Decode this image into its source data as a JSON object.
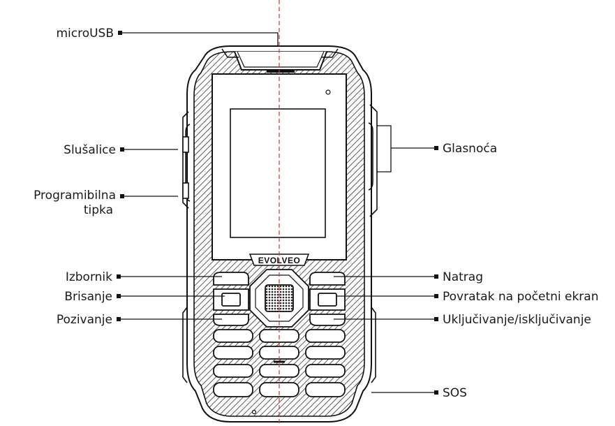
{
  "brand": "EVOLVEO",
  "labels_left": {
    "microusb": "microUSB",
    "headphones": "Slušalice",
    "programmable_1": "Programibilna",
    "programmable_2": "tipka",
    "menu": "Izbornik",
    "delete": "Brisanje",
    "call": "Pozivanje"
  },
  "labels_right": {
    "volume": "Glasnoća",
    "back": "Natrag",
    "home": "Povratak na početni ekran",
    "power": "Uključivanje/isključivanje",
    "sos": "SOS"
  },
  "colors": {
    "line": "#111111",
    "centerline": "#d0342c",
    "screen_fill": "#ffffff"
  }
}
